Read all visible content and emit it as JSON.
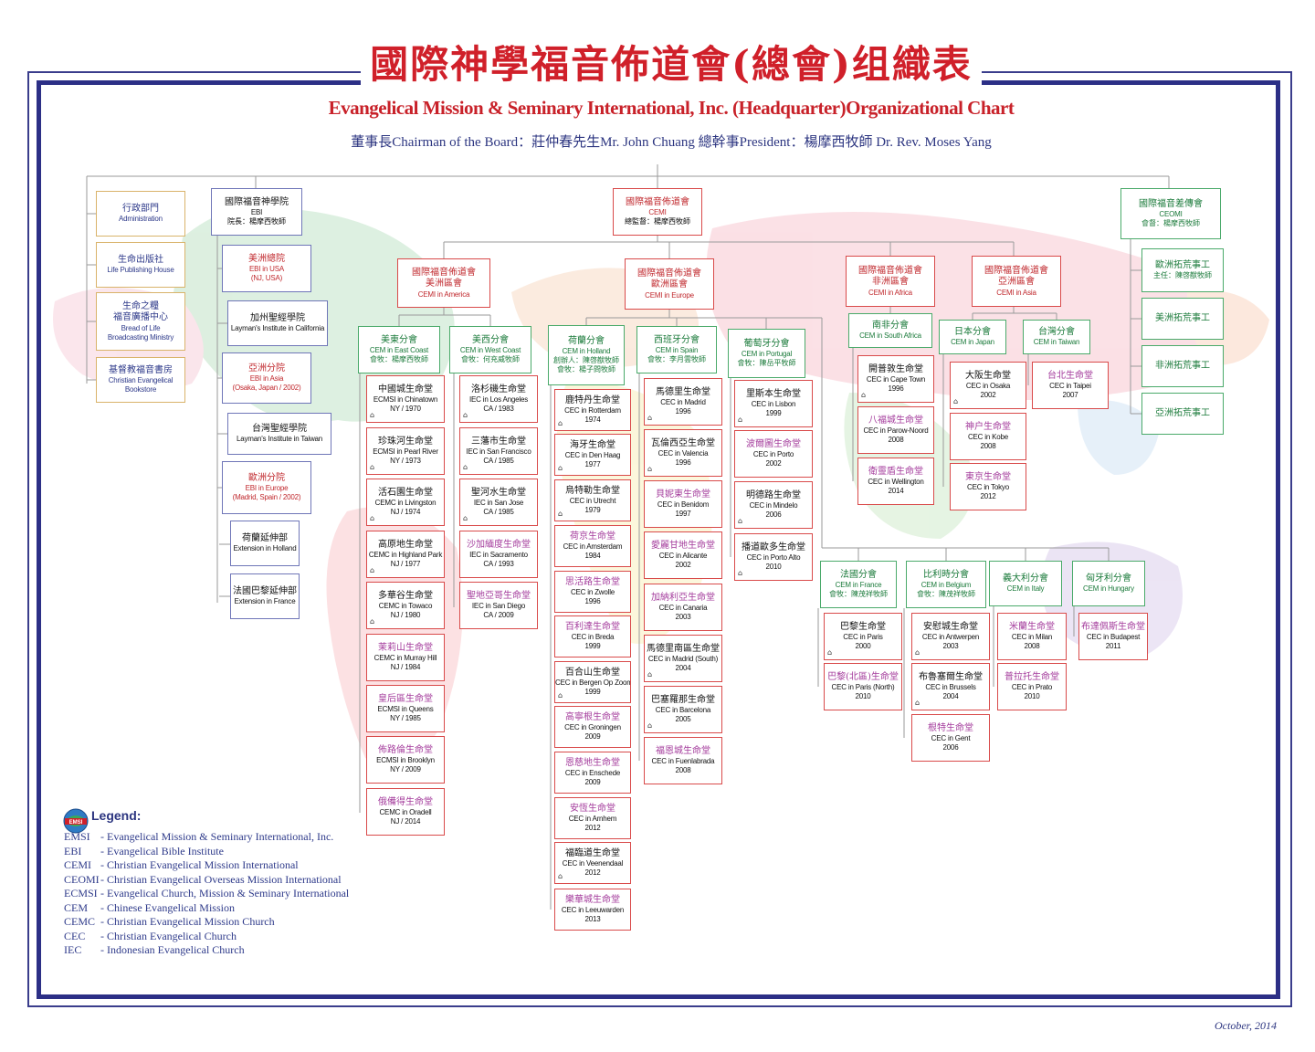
{
  "title_zh": "國際神學福音佈道會(總會)组織表",
  "title_en": "Evangelical Mission & Seminary International, Inc. (Headquarter)Organizational Chart",
  "subtitle": "董事長Chairman of the Board：莊仲春先生Mr. John Chuang   總幹事President：楊摩西牧師 Dr. Rev. Moses Yang",
  "date": "October, 2014",
  "colors": {
    "frame": "#2c2f86",
    "title": "#d0202a",
    "accent_green": "#1a7a3a",
    "accent_purple": "#a43c9c"
  },
  "nodes": {
    "admin": {
      "n": "行政部門",
      "s": "Administration"
    },
    "lph": {
      "n": "生命出版社",
      "s": "Life Publishing House"
    },
    "bol1": {
      "n": "生命之糧",
      "s": ""
    },
    "bol2": {
      "n": "福音廣播中心",
      "s": "Bread of Life"
    },
    "bol3": {
      "n": "",
      "s": "Broadcasting Ministry"
    },
    "bks1": {
      "n": "基督教福音書房",
      "s": "Christian Evangelical"
    },
    "bks2": {
      "n": "",
      "s": "Bookstore"
    },
    "ebi": {
      "n": "國際福音神學院",
      "s": "EBI",
      "t": "院長：楊摩西牧師"
    },
    "ebi_usa": {
      "n": "美洲總院",
      "s": "EBI in USA",
      "s2": "(NJ, USA)"
    },
    "lic": {
      "n": "加州聖經學院",
      "s": "Layman's Institute in California"
    },
    "ebi_asia": {
      "n": "亞洲分院",
      "s": "EBI  in Asia",
      "s2": "(Osaka, Japan / 2002)"
    },
    "lit": {
      "n": "台灣聖經學院",
      "s": "Layman's Institute in Taiwan"
    },
    "ebi_eu": {
      "n": "歐洲分院",
      "s": "EBI in Europe",
      "s2": "(Madrid, Spain / 2002)"
    },
    "ext_nl": {
      "n": "荷蘭延伸部",
      "s": "Extension in Holland"
    },
    "ext_fr": {
      "n": "法國巴黎延伸部",
      "s": "Extension in France"
    },
    "cemi": {
      "n": "國際福音佈道會",
      "s": "CEMI",
      "t": "總監督：楊摩西牧師"
    },
    "ceomi": {
      "n": "國際福音差傳會",
      "s": "CEOMI",
      "t": "會督：楊摩西牧師"
    },
    "ceomi_eu": {
      "n": "歐洲拓荒事工",
      "t": "主任：陳啓猷牧師"
    },
    "ceomi_am": {
      "n": "美洲拓荒事工"
    },
    "ceomi_af": {
      "n": "非洲拓荒事工"
    },
    "ceomi_as": {
      "n": "亞洲拓荒事工"
    },
    "cemi_am": {
      "n": "國際福音佈道會",
      "n2": "美洲區會",
      "s": "CEMI in America"
    },
    "cemi_eu": {
      "n": "國際福音佈道會",
      "n2": "歐洲區會",
      "s": "CEMI in Europe"
    },
    "cemi_af": {
      "n": "國際福音佈道會",
      "n2": "非洲區會",
      "s": "CEMI in Africa"
    },
    "cemi_as": {
      "n": "國際福音佈道會",
      "n2": "亞洲區會",
      "s": "CEMI in Asia"
    },
    "cem_ec": {
      "n": "美東分會",
      "s": "CEM in East Coast",
      "t": "會牧：楊摩西牧師"
    },
    "cem_wc": {
      "n": "美西分會",
      "s": "CEM in West Coast",
      "t": "會牧：何充威牧師"
    },
    "cem_nl": {
      "n": "荷蘭分會",
      "s": "CEM in Holland",
      "t": "創辦人：陳啓猷牧師",
      "t2": "會牧：楊子問牧師"
    },
    "cem_es": {
      "n": "西班牙分會",
      "s": "CEM in Spain",
      "t": "會牧：李月雲牧師"
    },
    "cem_pt": {
      "n": "葡萄牙分會",
      "s": "CEM in Portugal",
      "t": "會牧：陳岳平牧師"
    },
    "cem_za": {
      "n": "南非分會",
      "s": "CEM in South Africa"
    },
    "cem_jp": {
      "n": "日本分會",
      "s": "CEM in Japan"
    },
    "cem_tw": {
      "n": "台灣分會",
      "s": "CEM in Taiwan"
    },
    "cem_fr": {
      "n": "法國分會",
      "s": "CEM in France",
      "t": "會牧：陳茂祥牧師"
    },
    "cem_be": {
      "n": "比利時分會",
      "s": "CEM in Belgium",
      "t": "會牧：陳茂祥牧師"
    },
    "cem_it": {
      "n": "義大利分會",
      "s": "CEM in Italy"
    },
    "cem_hu": {
      "n": "匈牙利分會",
      "s": "CEM in Hungary"
    },
    "ec1": {
      "n": "中國城生命堂",
      "s": "ECMSI in Chinatown",
      "s2": "NY / 1970"
    },
    "ec2": {
      "n": "珍珠河生命堂",
      "s": "ECMSI in Pearl River",
      "s2": "NY / 1973"
    },
    "ec3": {
      "n": "活石園生命堂",
      "s": "CEMC in Livingston",
      "s2": "NJ / 1974"
    },
    "ec4": {
      "n": "高原地生命堂",
      "s": "CEMC in Highland Park",
      "s2": "NJ / 1977"
    },
    "ec5": {
      "n": "多華谷生命堂",
      "s": "CEMC in Towaco",
      "s2": "NJ / 1980"
    },
    "ec6": {
      "n": "茉莉山生命堂",
      "s": "CEMC in Murray Hill",
      "s2": "NJ / 1984"
    },
    "ec7": {
      "n": "皇后區生命堂",
      "s": "ECMSI in Queens",
      "s2": "NY / 1985"
    },
    "ec8": {
      "n": "佈路倫生命堂",
      "s": "ECMSI in Brooklyn",
      "s2": "NY / 2009"
    },
    "ec9": {
      "n": "俄備得生命堂",
      "s": "CEMC in Oradell",
      "s2": "NJ / 2014"
    },
    "wc1": {
      "n": "洛杉磯生命堂",
      "s": "IEC in Los Angeles",
      "s2": "CA / 1983"
    },
    "wc2": {
      "n": "三藩市生命堂",
      "s": "IEC in San Francisco",
      "s2": "CA / 1985"
    },
    "wc3": {
      "n": "聖河水生命堂",
      "s": "IEC in San Jose",
      "s2": "CA / 1985"
    },
    "wc4": {
      "n": "沙加緬度生命堂",
      "s": "IEC in Sacramento",
      "s2": "CA / 1993"
    },
    "wc5": {
      "n": "聖地亞哥生命堂",
      "s": "IEC in San Diego",
      "s2": "CA / 2009"
    },
    "nl1": {
      "n": "鹿特丹生命堂",
      "s": "CEC in Rotterdam",
      "s2": "1974"
    },
    "nl2": {
      "n": "海牙生命堂",
      "s": "CEC in Den Haag",
      "s2": "1977"
    },
    "nl3": {
      "n": "烏特勒生命堂",
      "s": "CEC in Utrecht",
      "s2": "1979"
    },
    "nl4": {
      "n": "荷京生命堂",
      "s": "CEC in Amsterdam",
      "s2": "1984"
    },
    "nl5": {
      "n": "思活路生命堂",
      "s": "CEC in Zwolle",
      "s2": "1996"
    },
    "nl6": {
      "n": "百利達生命堂",
      "s": "CEC in Breda",
      "s2": "1999"
    },
    "nl7": {
      "n": "百合山生命堂",
      "s": "CEC in Bergen Op Zoom",
      "s2": "1999"
    },
    "nl8": {
      "n": "高寧根生命堂",
      "s": "CEC in Groningen",
      "s2": "2009"
    },
    "nl9": {
      "n": "恩慈地生命堂",
      "s": "CEC in Enschede",
      "s2": "2009"
    },
    "nl10": {
      "n": "安恆生命堂",
      "s": "CEC in Arnhem",
      "s2": "2012"
    },
    "nl11": {
      "n": "福臨道生命堂",
      "s": "CEC in Veenendaal",
      "s2": "2012"
    },
    "nl12": {
      "n": "樂華城生命堂",
      "s": "CEC in Leeuwarden",
      "s2": "2013"
    },
    "es1": {
      "n": "馬德里生命堂",
      "s": "CEC in Madrid",
      "s2": "1996"
    },
    "es2": {
      "n": "瓦倫西亞生命堂",
      "s": "CEC in Valencia",
      "s2": "1996"
    },
    "es3": {
      "n": "貝妮東生命堂",
      "s": "CEC in Benidom",
      "s2": "1997"
    },
    "es4": {
      "n": "愛麗甘地生命堂",
      "s": "CEC in Alicante",
      "s2": "2002"
    },
    "es5": {
      "n": "加納利亞生命堂",
      "s": "CEC in Canaria",
      "s2": "2003"
    },
    "es6": {
      "n": "馬德里南區生命堂",
      "s": "CEC in Madrid (South)",
      "s2": "2004"
    },
    "es7": {
      "n": "巴塞羅那生命堂",
      "s": "CEC in Barcelona",
      "s2": "2005"
    },
    "es8": {
      "n": "福恩城生命堂",
      "s": "CEC in Fuenlabrada",
      "s2": "2008"
    },
    "pt1": {
      "n": "里斯本生命堂",
      "s": "CEC in Lisbon",
      "s2": "1999"
    },
    "pt2": {
      "n": "波爾圖生命堂",
      "s": "CEC in Porto",
      "s2": "2002"
    },
    "pt3": {
      "n": "明德路生命堂",
      "s": "CEC in Mindelo",
      "s2": "2006"
    },
    "pt4": {
      "n": "播道歐多生命堂",
      "s": "CEC in Porto Alto",
      "s2": "2010"
    },
    "za1": {
      "n": "開普敦生命堂",
      "s": "CEC in Cape Town",
      "s2": "1996"
    },
    "za2": {
      "n": "八福城生命堂",
      "s": "CEC in Parow-Noord",
      "s2": "2008"
    },
    "za3": {
      "n": "衛靈盾生命堂",
      "s": "CEC in Wellington",
      "s2": "2014"
    },
    "jp1": {
      "n": "大阪生命堂",
      "s": "CEC in Osaka",
      "s2": "2002"
    },
    "jp2": {
      "n": "神户生命堂",
      "s": "CEC in Kobe",
      "s2": "2008"
    },
    "jp3": {
      "n": "東京生命堂",
      "s": "CEC in Tokyo",
      "s2": "2012"
    },
    "tw1": {
      "n": "台北生命堂",
      "s": "CEC in Taipei",
      "s2": "2007"
    },
    "fr1": {
      "n": "巴黎生命堂",
      "s": "CEC in Paris",
      "s2": "2000"
    },
    "fr2": {
      "n": "巴黎(北區)生命堂",
      "s": "CEC in Paris (North)",
      "s2": "2010"
    },
    "be1": {
      "n": "安慰城生命堂",
      "s": "CEC in Antwerpen",
      "s2": "2003"
    },
    "be2": {
      "n": "布魯塞爾生命堂",
      "s": "CEC in Brussels",
      "s2": "2004"
    },
    "be3": {
      "n": "根特生命堂",
      "s": "CEC in Gent",
      "s2": "2006"
    },
    "it1": {
      "n": "米蘭生命堂",
      "s": "CEC in Milan",
      "s2": "2008"
    },
    "it2": {
      "n": "普拉托生命堂",
      "s": "CEC in Prato",
      "s2": "2010"
    },
    "hu1": {
      "n": "布達佩斯生命堂",
      "s": "CEC in Budapest",
      "s2": "2011"
    }
  },
  "legend": {
    "heading": "Legend:",
    "logo_text": "EMSI",
    "rows": [
      {
        "abbr": "EMSI",
        "desc": "- Evangelical Mission & Seminary International, Inc."
      },
      {
        "abbr": "EBI",
        "desc": "- Evangelical Bible Institute"
      },
      {
        "abbr": "CEMI",
        "desc": "- Christian Evangelical Mission International"
      },
      {
        "abbr": "CEOMI",
        "desc": "- Christian Evangelical Overseas Mission International"
      },
      {
        "abbr": "ECMSI",
        "desc": "- Evangelical Church, Mission & Seminary International"
      },
      {
        "abbr": "CEM",
        "desc": "- Chinese Evangelical Mission"
      },
      {
        "abbr": "CEMC",
        "desc": "- Christian Evangelical Mission Church"
      },
      {
        "abbr": "CEC",
        "desc": "- Christian Evangelical Church"
      },
      {
        "abbr": "IEC",
        "desc": "- Indonesian Evangelical Church"
      }
    ]
  }
}
